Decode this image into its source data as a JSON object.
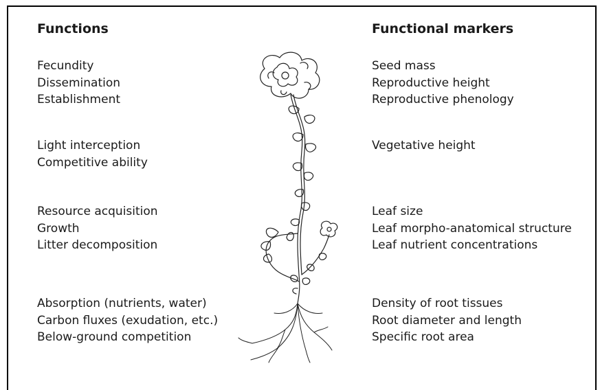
{
  "columns": {
    "functions": {
      "heading": "Functions",
      "groups": [
        [
          "Fecundity",
          "Dissemination",
          "Establishment"
        ],
        [
          "Light interception",
          "Competitive ability"
        ],
        [
          "Resource acquisition",
          "Growth",
          "Litter decomposition"
        ],
        [
          "Absorption (nutrients, water)",
          "Carbon fluxes (exudation, etc.)",
          "Below-ground competition"
        ]
      ]
    },
    "markers": {
      "heading": "Functional markers",
      "groups": [
        [
          "Seed mass",
          "Reproductive height",
          "Reproductive phenology"
        ],
        [
          "Vegetative height"
        ],
        [
          "Leaf size",
          "Leaf morpho-anatomical structure",
          "Leaf nutrient concentrations"
        ],
        [
          "Density of root tissues",
          "Root diameter and length",
          "Specific root area"
        ]
      ]
    }
  },
  "illustration": {
    "icon": "flowering-plant-drawing"
  },
  "colors": {
    "text": "#1a1a1a",
    "border": "#000000",
    "background": "#ffffff"
  }
}
